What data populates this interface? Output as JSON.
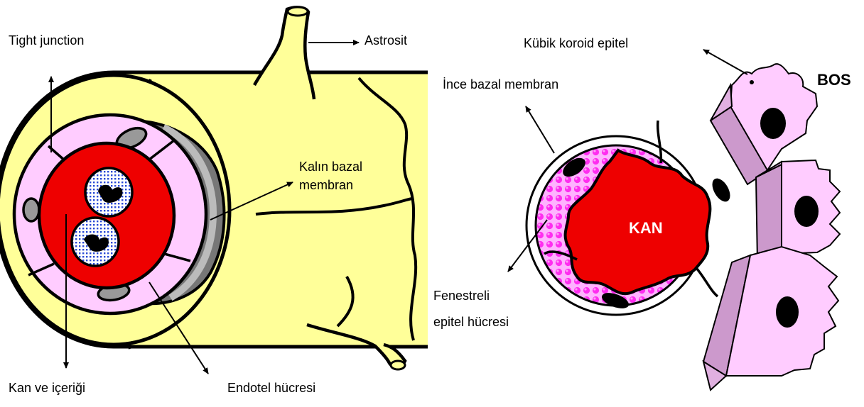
{
  "left_diagram": {
    "labels": {
      "tight_junction": "Tight junction",
      "astrosit": "Astrosit",
      "kalin_bazal_line1": "Kalın bazal",
      "kalin_bazal_line2": "membran",
      "kan_ve_icerigi": "Kan ve içeriği",
      "endotel_hucresi": "Endotel hücresi"
    }
  },
  "right_diagram": {
    "labels": {
      "kubik_koroid_epitel": "Kübik koroid epitel",
      "ince_bazal_membran": "İnce bazal membran",
      "bos": "BOS",
      "kan": "KAN",
      "fenestreli_line1": "Fenestreli",
      "fenestreli_line2": "epitel hücresi"
    }
  },
  "colors": {
    "astrocyte_fill": "#ffff99",
    "lumen_red": "#ee0000",
    "endothelium_pink": "#ffccff",
    "basement_gray": "#777777",
    "choroid_pink": "#ffccff",
    "choroid_side": "#cc99cc",
    "fenestrated_magenta": "#ff33ff",
    "nucleus_blue": "#2244cc"
  }
}
